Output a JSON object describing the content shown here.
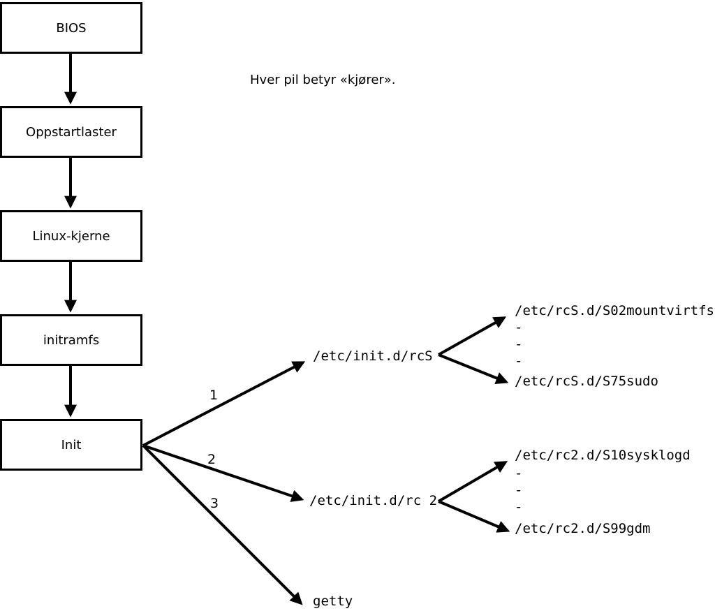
{
  "note": "Hver pil betyr «kjører».",
  "flow_boxes": [
    "BIOS",
    "Oppstartlaster",
    "Linux-kjerne",
    "initramfs",
    "Init"
  ],
  "init_branches": [
    {
      "number": "1",
      "target": "/etc/init.d/rcS"
    },
    {
      "number": "2",
      "target": "/etc/init.d/rc 2"
    },
    {
      "number": "3",
      "target": "getty"
    }
  ],
  "rcS_scripts": {
    "first": "/etc/rcS.d/S02mountvirtfs",
    "ellipsis": [
      "-",
      "-",
      "-"
    ],
    "last": "/etc/rcS.d/S75sudo"
  },
  "rc2_scripts": {
    "first": "/etc/rc2.d/S10sysklogd",
    "ellipsis": [
      "-",
      "-",
      "-"
    ],
    "last": "/etc/rc2.d/S99gdm"
  },
  "colors": {
    "line": "#000000",
    "box_border": "#000000",
    "box_fill": "#ffffff",
    "background": "#ffffff",
    "text": "#000000"
  }
}
